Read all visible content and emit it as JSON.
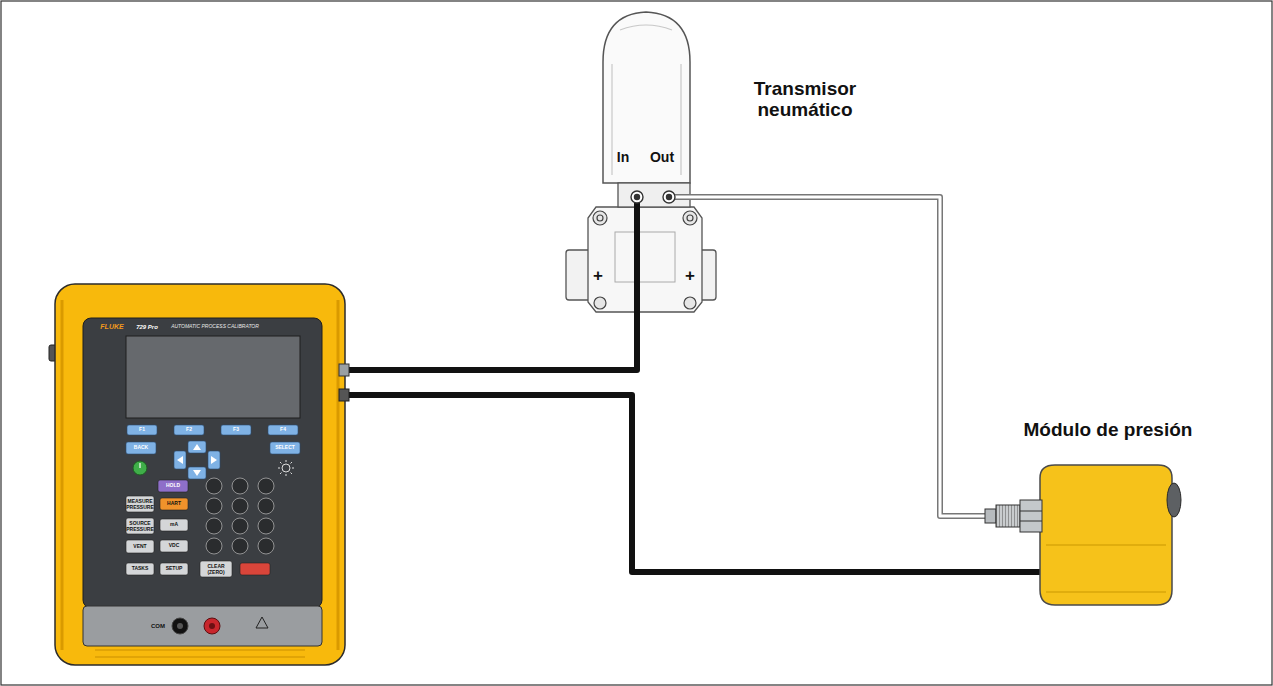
{
  "diagram": {
    "nodes": [
      {
        "text": [
          "FLUKE",
          "729 Pro",
          "AUTOMATIC PROCESS CALIBRATOR"
        ]
      },
      {
        "text": [
          "Transmisor neumático"
        ]
      },
      {
        "text": [
          "Módulo de presión"
        ]
      }
    ],
    "edges": [
      {
        "from": 0,
        "to": 1,
        "arrow": "none"
      },
      {
        "from": 0,
        "to": 2,
        "arrow": "none"
      },
      {
        "from": 1,
        "to": 2,
        "arrow": "none"
      }
    ],
    "labels": [
      "In",
      "Out",
      "+",
      "+",
      "F1",
      "F2",
      "F3",
      "F4",
      "BACK",
      "SELECT",
      "HOLD",
      "MEASURE PRESSURE",
      "HART",
      "SOURCE PRESSURE",
      "mA",
      "VENT",
      "VDC",
      "TASKS",
      "SETUP",
      "CLEAR (ZERO)",
      "COM"
    ]
  }
}
